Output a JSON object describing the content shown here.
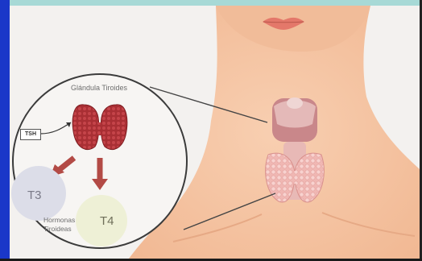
{
  "diagram": {
    "title": "Glándula Tiroides",
    "input_label": "TSH",
    "output_1": "T3",
    "output_2": "T4",
    "caption_line1": "Hormonas",
    "caption_line2": "Tiroideas"
  },
  "colors": {
    "top_bar": "#a7d9d6",
    "left_bar": "#1a37c8",
    "skin": "#f6c7a4",
    "skin_shadow": "#e9ad87",
    "thyroid": "#b5383c",
    "arrow": "#b34a45",
    "t3_circle": "#dcdde8",
    "t4_circle": "#eef0d6",
    "background": "#f3f1ef"
  }
}
